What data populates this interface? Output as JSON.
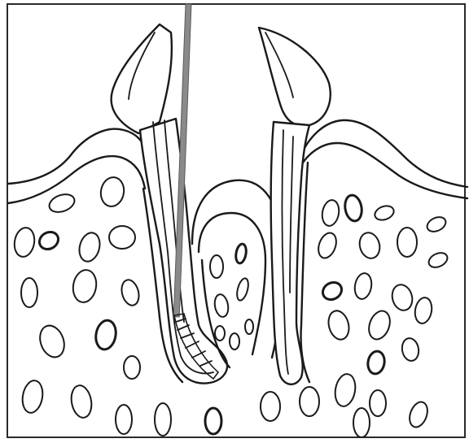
{
  "figure": {
    "kind": "dental-cross-section",
    "colors": {
      "background": "#ffffff",
      "line": "#1a1a1a",
      "instrument": "#8a8a8a",
      "frame": "#2a2a2a"
    },
    "icons": [
      "instrument-file-icon",
      "tooth-left",
      "tooth-right",
      "bone-trabeculae"
    ]
  }
}
